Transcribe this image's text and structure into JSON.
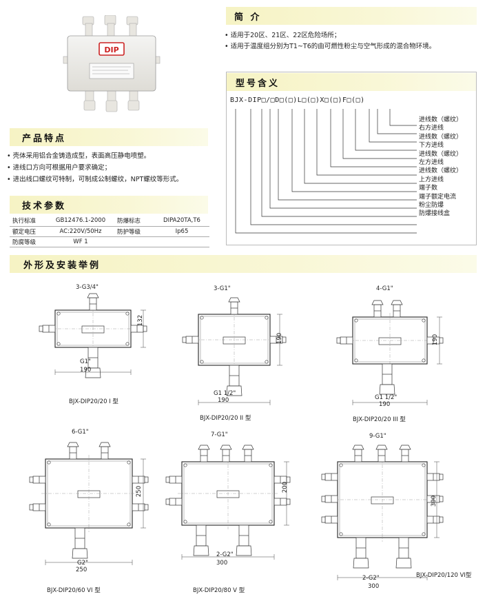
{
  "intro": {
    "title": "简 介",
    "bullets": [
      "适用于20区、21区、22区危险场所；",
      "适用于温度组分别为T1~T6的由可燃性粉尘与空气形成的混合物环境。"
    ]
  },
  "photo": {
    "label": "DIP"
  },
  "model": {
    "title": "型号含义",
    "code": "BJX-DIP□/□D□(□)L□(□)X□(□)F□(□)",
    "labels": [
      "进线数（螺纹）",
      "右方进线",
      "进线数（螺纹）",
      "下方进线",
      "进线数（螺纹）",
      "左方进线",
      "进线数（螺纹）",
      "上方进线",
      "端子数",
      "端子额定电流",
      "粉尘防爆",
      "防爆接线盒"
    ]
  },
  "features": {
    "title": "产品特点",
    "bullets": [
      "壳体采用铝合金铸造成型，表面高压静电喷塑。",
      "进线口方向可根据用户要求确定；",
      "进出线口螺纹可特制，可制成公制螺纹，NPT螺纹等形式。"
    ]
  },
  "params": {
    "title": "技术参数",
    "rows": [
      [
        "执行标准",
        "GB12476.1-2000",
        "防爆标志",
        "DIPA20TA,T6"
      ],
      [
        "额定电压",
        "AC:220V/50Hz",
        "防护等级",
        "Ip65"
      ],
      [
        "防腐等级",
        "WF 1",
        "",
        ""
      ]
    ]
  },
  "install": {
    "title": "外形及安装举例",
    "drawings": [
      {
        "top": "3-G3/4\"",
        "bottom": "G1\"",
        "w": "190",
        "h": "132",
        "caption": "BJX-DIP20/20 I 型"
      },
      {
        "top": "3-G1\"",
        "bottom": "G1 1/2\"",
        "w": "190",
        "h": "190",
        "caption": "BJX-DIP20/20 II 型"
      },
      {
        "top": "4-G1\"",
        "bottom": "G1 1/2\"",
        "w": "190",
        "h": "190",
        "caption": "BJX-DIP20/20 III 型"
      },
      {
        "top": "6-G1\"",
        "bottom": "G2\"",
        "w": "250",
        "h": "250",
        "caption": "BJX-DIP20/60 VI 型"
      },
      {
        "top": "7-G1\"",
        "bottom": "2-G2\"",
        "w": "300",
        "h": "200",
        "caption": "BJX-DIP20/80 V 型"
      },
      {
        "top": "9-G1\"",
        "bottom": "2-G2\"",
        "w": "300",
        "h": "300",
        "caption": "BJX-DIP20/120 VI型"
      }
    ]
  }
}
